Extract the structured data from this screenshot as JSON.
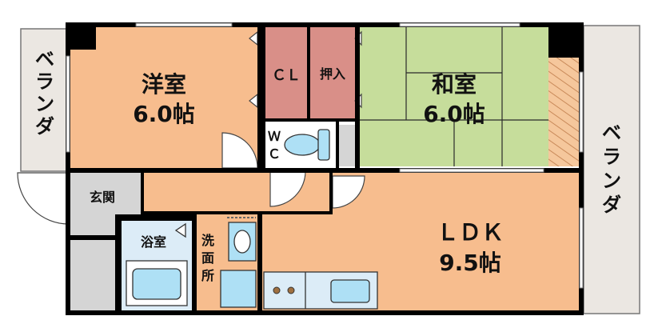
{
  "rooms": {
    "western": {
      "name": "洋室",
      "size": "6.0帖"
    },
    "japanese": {
      "name": "和室",
      "size": "6.0帖"
    },
    "ldk": {
      "name": "ＬＤＫ",
      "size": "9.5帖"
    },
    "closet": {
      "name": "ＣＬ"
    },
    "oshiire": {
      "name": "押入"
    },
    "wc": {
      "line1": "Ｗ",
      "line2": "Ｃ"
    },
    "genkan": {
      "name": "玄関"
    },
    "bath": {
      "name": "浴室"
    },
    "washroom": {
      "line1": "洗",
      "line2": "面",
      "line3": "所"
    }
  },
  "balconies": {
    "left": {
      "chars": [
        "ベ",
        "ラ",
        "ン",
        "ダ"
      ]
    },
    "right": {
      "chars": [
        "ベ",
        "ラ",
        "ン",
        "ダ"
      ]
    }
  },
  "colors": {
    "western": "#f7bd8e",
    "japanese": "#c6dd9b",
    "ldk": "#f7bd8e",
    "storage": "#d98f88",
    "wet": "#dcecf7",
    "grey": "#d5d5d5",
    "balcony": "#ebe7e2",
    "wall": "#000000",
    "fixture": "#aee0f5",
    "stripe": "#c98a5a"
  }
}
